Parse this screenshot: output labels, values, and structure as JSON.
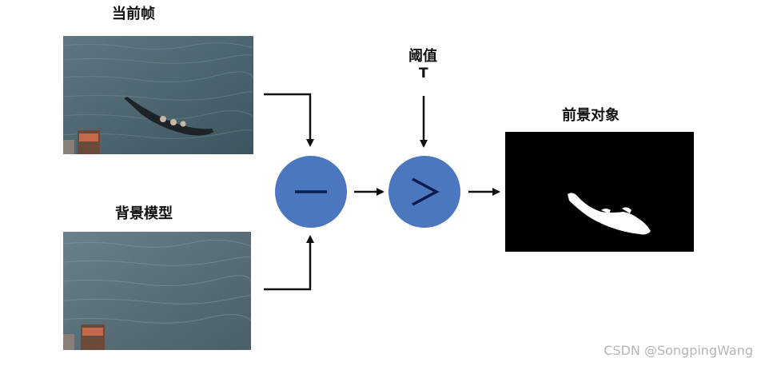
{
  "labels": {
    "current_frame": "当前帧",
    "background_model": "背景模型",
    "threshold": "阈值",
    "threshold_symbol": "T",
    "foreground_object": "前景对象"
  },
  "operators": {
    "subtract": "−",
    "greater_than": ">"
  },
  "watermark": "CSDN @SongpingWang",
  "colors": {
    "operator_fill": "#4b77be",
    "operator_symbol": "#0d1b4f",
    "arrow": "#111111",
    "water": "#4d6670",
    "mask_bg": "#000000",
    "mask_fg": "#ffffff"
  }
}
